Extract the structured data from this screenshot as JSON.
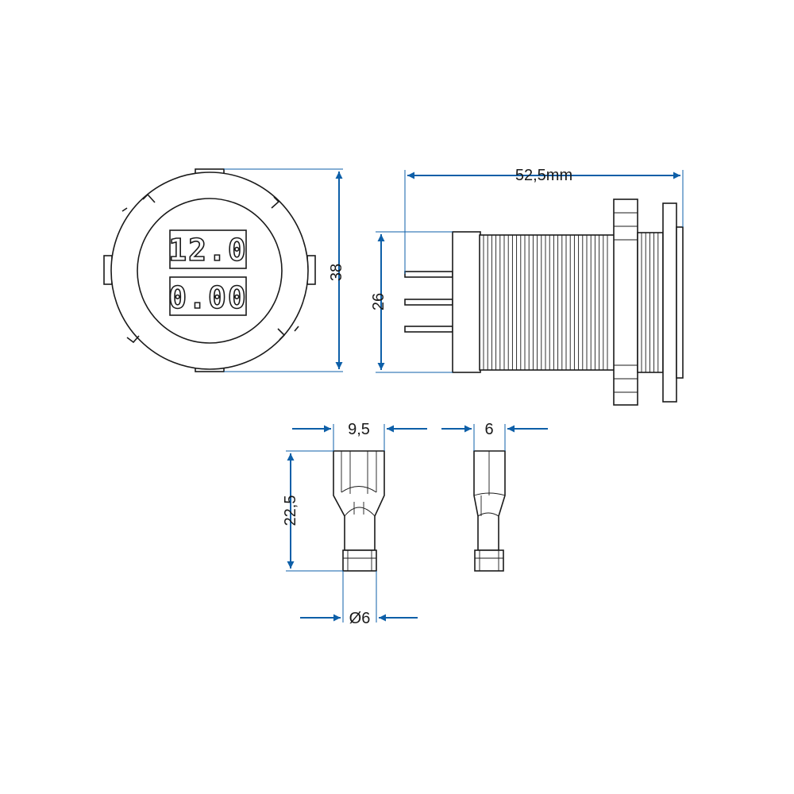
{
  "colors": {
    "dimension_blue": "#0d5fa8",
    "outline": "#1a1a1a",
    "background": "#ffffff"
  },
  "displays": {
    "voltage_readout": "12.0",
    "current_readout": "0.00"
  },
  "dimensions": {
    "front_diameter": "38",
    "overall_length": "52,5mm",
    "thread_diameter": "26",
    "terminal_width": "9,5",
    "terminal_thickness": "6",
    "terminal_length": "22,5",
    "terminal_barrel_diameter": "Ø6"
  }
}
